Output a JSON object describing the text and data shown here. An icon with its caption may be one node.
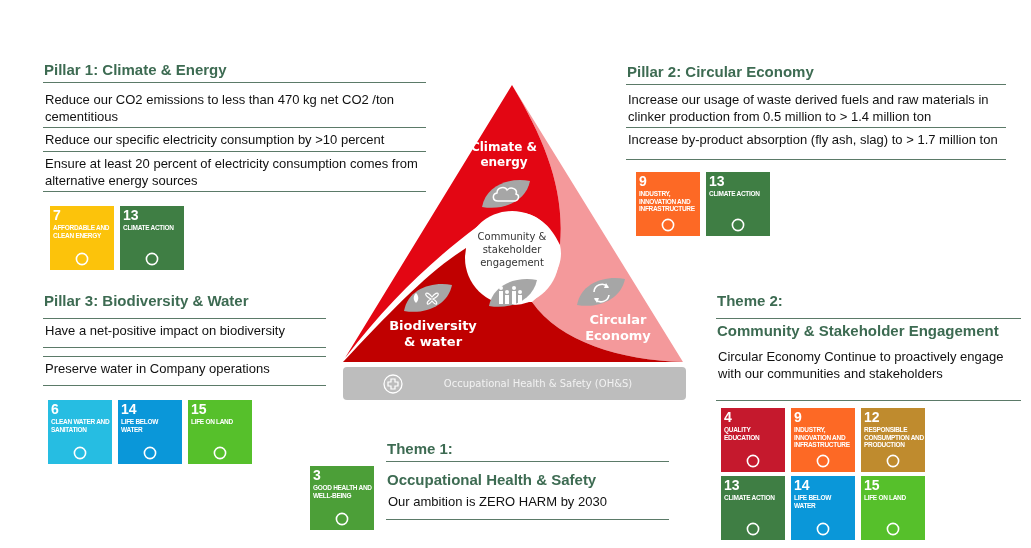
{
  "diagram": {
    "nodes": [
      {
        "text": [
          "Climate & energy"
        ]
      },
      {
        "text": [
          "Community & stakeholder engagement"
        ]
      },
      {
        "text": [
          "Biodiversity & water"
        ]
      },
      {
        "text": [
          "Circular Economy"
        ]
      },
      {
        "text": [
          "Occupational Health & Safety (OH&S)"
        ]
      }
    ],
    "edges": [],
    "labels": [
      "Pillar 1: Climate & Energy",
      "Reduce our CO2 emissions to less than 470 kg net CO2 /ton cementitious",
      "Reduce our specific electricity consumption by >10 percent",
      "Ensure at least 20 percent of electricity consumption comes from alternative energy sources",
      "7",
      "AFFORDABLE AND CLEAN ENERGY",
      "13",
      "CLIMATE ACTION",
      "Pillar 2: Circular Economy",
      "Increase our usage of waste derived fuels and raw materials in clinker production from 0.5 million to > 1.4 million ton",
      "Increase by-product absorption (fly ash, slag) to > 1.7 million ton",
      "9",
      "INDUSTRY, INNOVATION AND INFRASTRUCTURE",
      "13",
      "CLIMATE ACTION",
      "Pillar 3: Biodiversity & Water",
      "Have a net-positive impact on biodiversity",
      "Preserve water in Company operations",
      "6",
      "CLEAN WATER AND SANITATION",
      "14",
      "LIFE BELOW WATER",
      "15",
      "LIFE ON LAND",
      "Theme 1:",
      "Occupational Health & Safety",
      "Our ambition is ZERO HARM by 2030",
      "3",
      "GOOD HEALTH AND WELL-BEING",
      "Theme 2:",
      "Community & Stakeholder Engagement",
      "Circular Economy Continue to proactively engage with our communities and stakeholders",
      "4",
      "QUALITY EDUCATION",
      "9",
      "INDUSTRY, INNOVATION AND INFRASTRUCTURE",
      "12",
      "RESPONSIBLE CONSUMPTION AND PRODUCTION",
      "13",
      "CLIMATE ACTION",
      "14",
      "LIFE BELOW WATER",
      "15",
      "LIFE ON LAND"
    ]
  }
}
